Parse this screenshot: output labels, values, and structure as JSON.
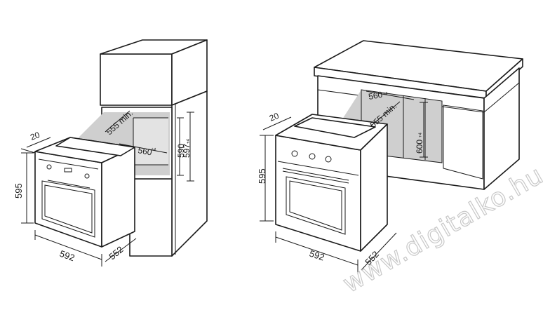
{
  "left_installation": {
    "dimensions": {
      "depth_offset": "20",
      "oven_height": "595",
      "oven_width": "592",
      "oven_depth": "552",
      "niche_depth_min": "555 min.",
      "niche_width": "560",
      "niche_width_tol": "+4",
      "niche_height_a": "590",
      "niche_height_b": "597",
      "niche_height_b_tol": "+4"
    }
  },
  "right_installation": {
    "dimensions": {
      "depth_offset": "20",
      "oven_height": "595",
      "oven_width": "592",
      "oven_depth": "552",
      "niche_width": "560",
      "niche_width_tol": "+4",
      "niche_depth_min": "555 min.",
      "niche_height": "600",
      "niche_height_tol": "+4"
    }
  },
  "watermark": "www.digitalko.hu"
}
